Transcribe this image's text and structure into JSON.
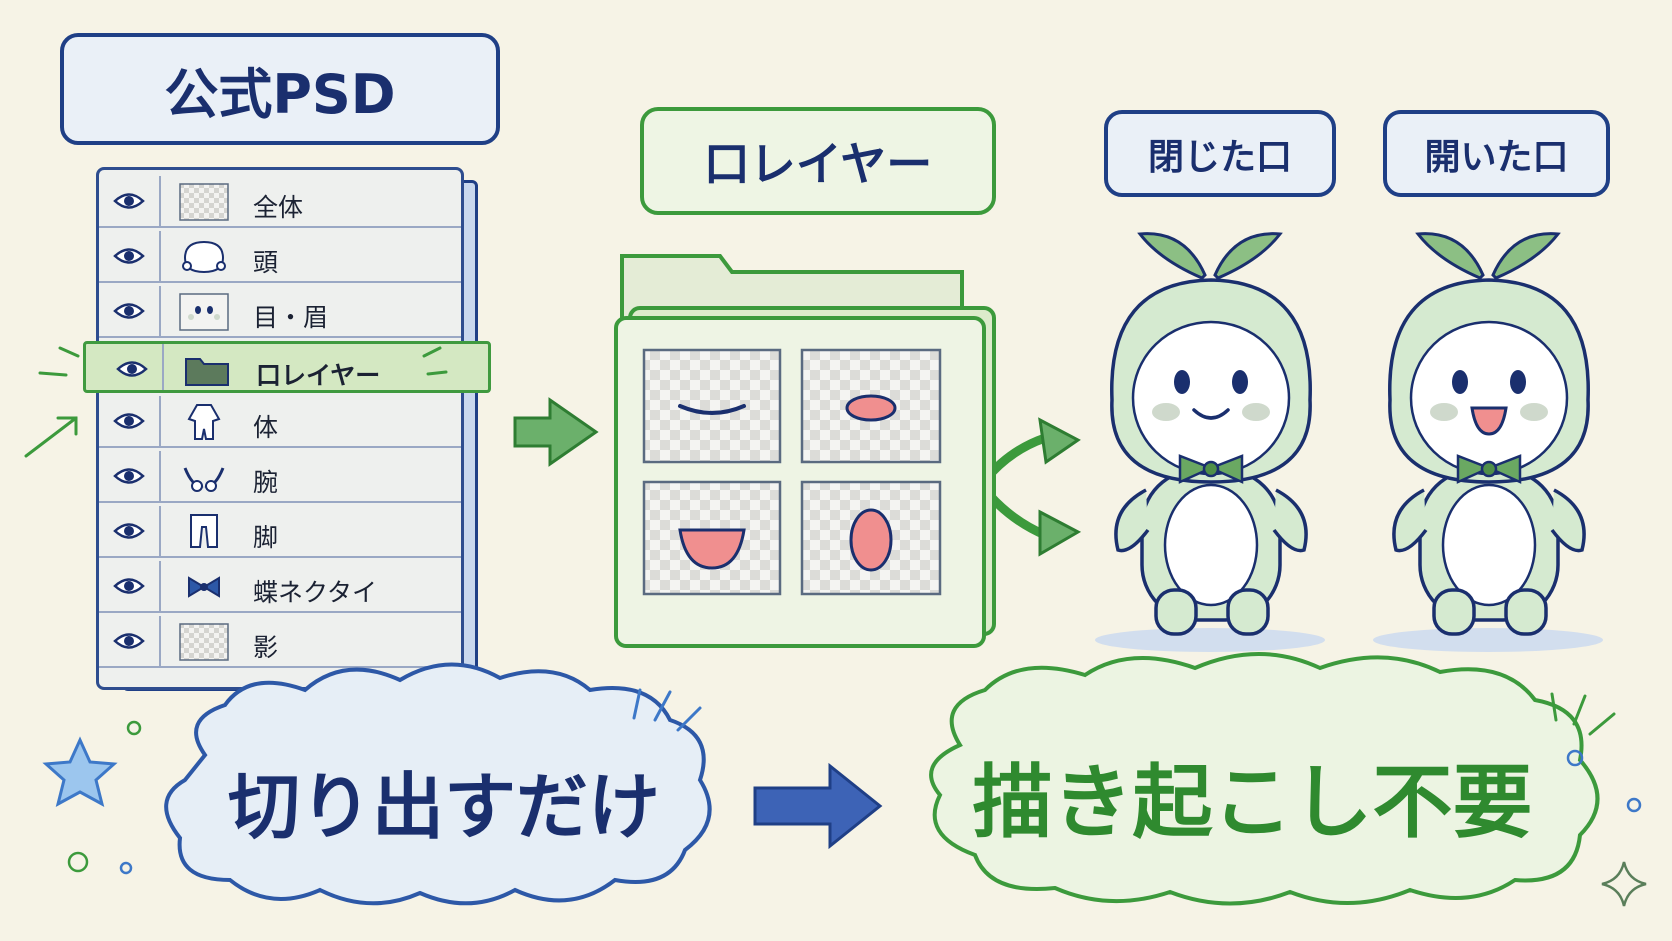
{
  "psd": {
    "title": "公式PSD",
    "layers": [
      {
        "label": "全体",
        "thumb": "checker-icon"
      },
      {
        "label": "頭",
        "thumb": "head-outline-icon"
      },
      {
        "label": "目・眉",
        "thumb": "face-icon"
      },
      {
        "label": "口レイヤー",
        "thumb": "folder-icon",
        "selected": true
      },
      {
        "label": "体",
        "thumb": "body-outline-icon"
      },
      {
        "label": "腕",
        "thumb": "arms-outline-icon"
      },
      {
        "label": "脚",
        "thumb": "legs-outline-icon"
      },
      {
        "label": "蝶ネクタイ",
        "thumb": "bowtie-icon"
      },
      {
        "label": "影",
        "thumb": "checker-icon"
      }
    ]
  },
  "mouth_layer": {
    "title": "口レイヤー",
    "mouths": [
      "smile-closed-mouth",
      "small-open-mouth",
      "wide-open-mouth",
      "round-open-mouth"
    ]
  },
  "results": {
    "closed_label": "閉じた口",
    "open_label": "開いた口"
  },
  "bottom": {
    "left_text": "切り出すだけ",
    "right_text": "描き起こし不要"
  },
  "colors": {
    "navy": "#1a2f6e",
    "green": "#3c9a3c",
    "background": "#f6f3e6",
    "mascot_body": "#d5ead0",
    "mouth_pink": "#f08f8f"
  }
}
